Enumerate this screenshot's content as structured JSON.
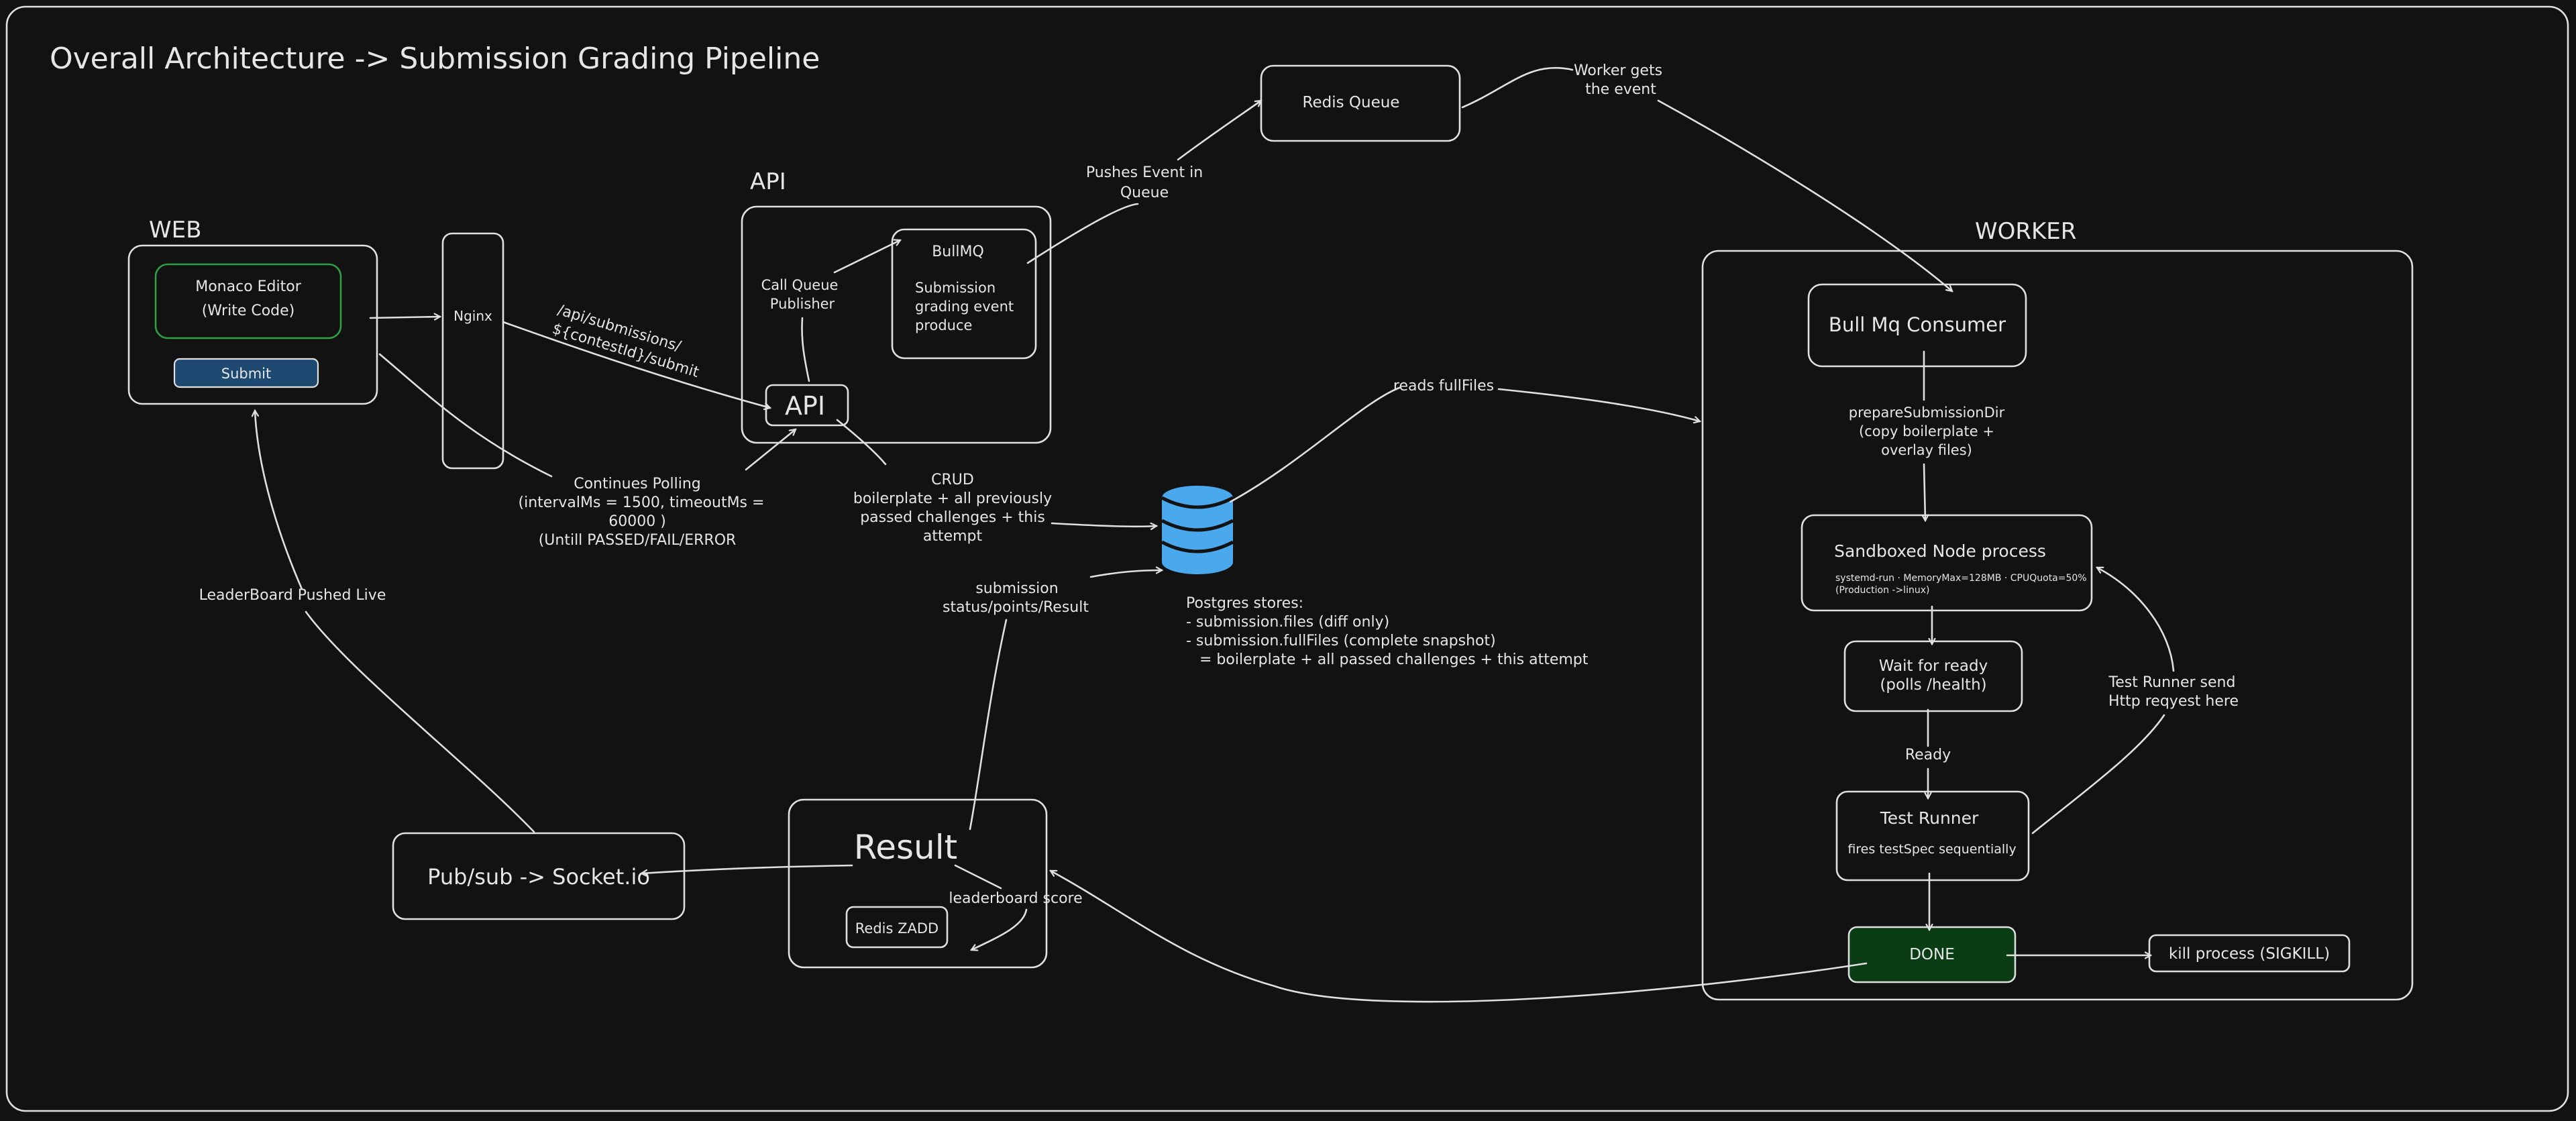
{
  "title": "Overall Architecture -> Submission Grading Pipeline",
  "colors": {
    "background": "#121212",
    "stroke": "#e0e0e0",
    "text": "#e6e6e6",
    "editor_border": "#2f9e44",
    "submit_fill": "#1e4a72",
    "done_fill": "#0b3d14",
    "database": "#4aa8ec"
  },
  "web": {
    "group_label": "WEB",
    "editor_line1": "Monaco Editor",
    "editor_line2": "(Write Code)",
    "submit": "Submit"
  },
  "nginx": "Nginx",
  "api": {
    "group_label": "API",
    "call_line1": "Call Queue",
    "call_line2": "Publisher",
    "bullmq_title": "BullMQ",
    "bullmq_line1": "Submission",
    "bullmq_line2": "grading event",
    "bullmq_line3": "produce",
    "node": "API"
  },
  "redis_queue": "Redis Queue",
  "labels": {
    "pushes_line1": "Pushes Event in",
    "pushes_line2": "Queue",
    "worker_gets_line1": "Worker gets",
    "worker_gets_line2": "the event",
    "route_line1": "/api/submissions/",
    "route_line2": "${contestId}/submit",
    "polling_line1": "Continues Polling",
    "polling_line2": "(intervalMs = 1500, timeoutMs =",
    "polling_line3": "60000 )",
    "polling_line4": "(Untill PASSED/FAIL/ERROR",
    "crud_line1": "CRUD",
    "crud_line2": "boilerplate + all previously",
    "crud_line3": "passed challenges + this",
    "crud_line4": "attempt",
    "status_line1": "submission",
    "status_line2": "status/points/Result",
    "reads_fullfiles": "reads fullFiles",
    "leaderboard_pushed": "LeaderBoard Pushed Live",
    "leaderboard_score": "leaderboard score",
    "prepare_line1": "prepareSubmissionDir",
    "prepare_line2": "(copy boilerplate +",
    "prepare_line3": "overlay files)",
    "ready": "Ready",
    "test_send_line1": "Test Runner send",
    "test_send_line2": "Http reqyest here"
  },
  "postgres": {
    "line1": "Postgres stores:",
    "line2": "- submission.files (diff only)",
    "line3": "- submission.fullFiles (complete snapshot)",
    "line4": "= boilerplate + all passed challenges + this attempt"
  },
  "result": {
    "title": "Result",
    "redis_zadd": "Redis ZADD"
  },
  "pubsub": "Pub/sub -> Socket.io",
  "worker": {
    "group_label": "WORKER",
    "consumer": "Bull Mq Consumer",
    "sandbox_title": "Sandboxed Node process",
    "sandbox_line1": "systemd-run · MemoryMax=128MB · CPUQuota=50%",
    "sandbox_line2": "(Production ->linux)",
    "wait_line1": "Wait for ready",
    "wait_line2": "(polls /health)",
    "runner_title": "Test Runner",
    "runner_sub": "fires testSpec sequentially",
    "done": "DONE",
    "kill": "kill process (SIGKILL)"
  }
}
